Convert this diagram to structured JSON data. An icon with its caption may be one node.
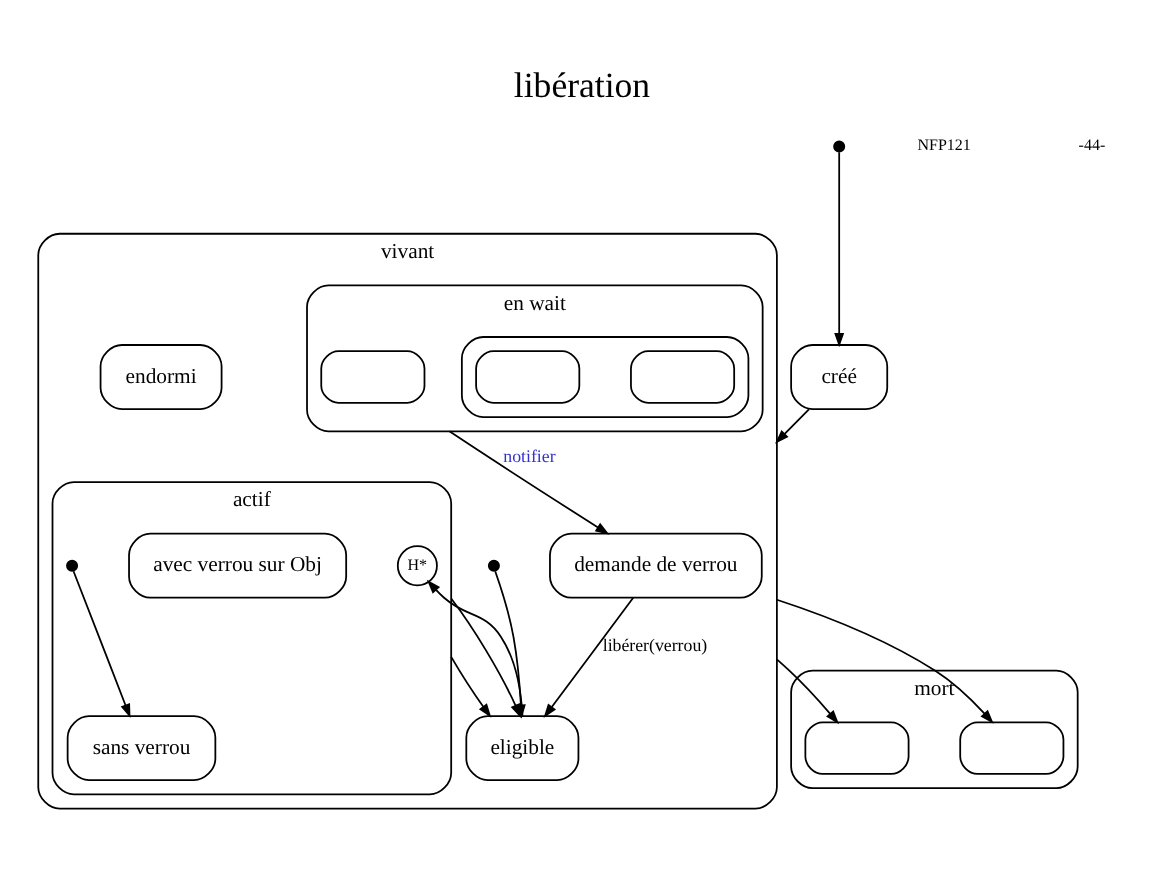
{
  "diagram": {
    "title": "libération",
    "nodes": [
      {
        "text": [
          "vivant"
        ]
      },
      {
        "text": [
          "demande de verrou"
        ],
        "in": 0
      },
      {
        "text": [
          "en wait"
        ],
        "in": 0
      },
      {
        "text": [],
        "shape": "box",
        "in": 2
      },
      {
        "text": [],
        "shape": "box",
        "in": 2
      },
      {
        "text": [],
        "shape": "box",
        "in": 4
      },
      {
        "text": [],
        "shape": "box",
        "in": 4
      },
      {
        "text": [],
        "shape": "circle",
        "in": 0
      },
      {
        "text": [
          "eligible"
        ],
        "in": 0
      },
      {
        "text": [
          "endormi"
        ],
        "in": 0
      },
      {
        "text": [
          "actif"
        ],
        "in": 0
      },
      {
        "text": [
          "H*"
        ],
        "in": 10
      },
      {
        "text": [
          "avec verrou sur Obj"
        ],
        "in": 10
      },
      {
        "text": [],
        "shape": "circle",
        "in": 10
      },
      {
        "text": [
          "sans verrou"
        ],
        "in": 10
      },
      {
        "text": [],
        "shape": "circle"
      },
      {
        "text": [
          "créé"
        ]
      },
      {
        "text": [
          "mort"
        ]
      },
      {
        "text": [],
        "shape": "box",
        "in": 17
      },
      {
        "text": [],
        "shape": "box",
        "in": 17
      }
    ],
    "edges": [
      {
        "from": 2,
        "to": 1,
        "arrow": "to",
        "label": "notifier"
      },
      {
        "from": 1,
        "to": 8,
        "arrow": "to",
        "label": "libérer(verrou)"
      },
      {
        "from": 7,
        "to": 8,
        "arrow": "to"
      },
      {
        "from": 15,
        "to": 16,
        "arrow": "to"
      },
      {
        "from": 16,
        "to": 0,
        "arrow": "to"
      },
      {
        "from": 8,
        "to": 11,
        "arrow": "to"
      },
      {
        "from": 10,
        "to": 8,
        "arrow": "to"
      },
      {
        "from": 10,
        "to": 8,
        "arrow": "to"
      },
      {
        "from": 0,
        "to": 18,
        "arrow": "to"
      },
      {
        "from": 0,
        "to": 19,
        "arrow": "to"
      },
      {
        "from": 13,
        "to": 14,
        "arrow": "to"
      }
    ],
    "labels": [
      "NFP121",
      "-44-"
    ]
  }
}
